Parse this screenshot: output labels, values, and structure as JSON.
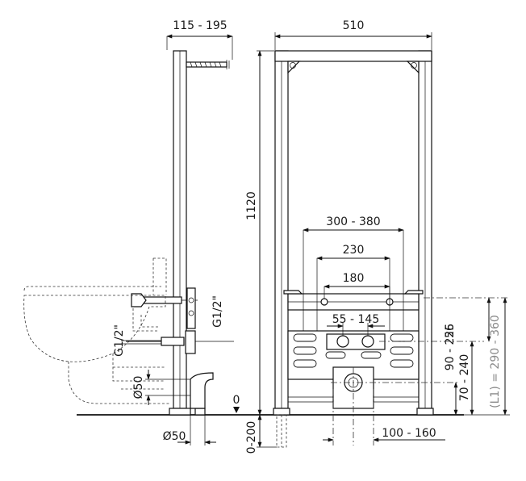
{
  "dimensions": {
    "frame_width": "510",
    "frame_height": "1120",
    "wall_depth": "115 - 195",
    "fixing_spacing": "300 - 380",
    "stud_spacing": "230",
    "water_spacing": "180",
    "supply_spacing": "55 - 145",
    "supply_height": "90 - 225",
    "drain_offset": "56",
    "drain_height": "70 - 240",
    "mount_height": "(L1) = 290 - 360",
    "floor_adjust": "0-200",
    "drain_lateral": "100 - 160",
    "drain_dia_side": "Ø50",
    "drain_dia_bottom": "Ø50",
    "thread_left": "G1/2\"",
    "thread_right": "G1/2\"",
    "floor_zero": "0"
  }
}
